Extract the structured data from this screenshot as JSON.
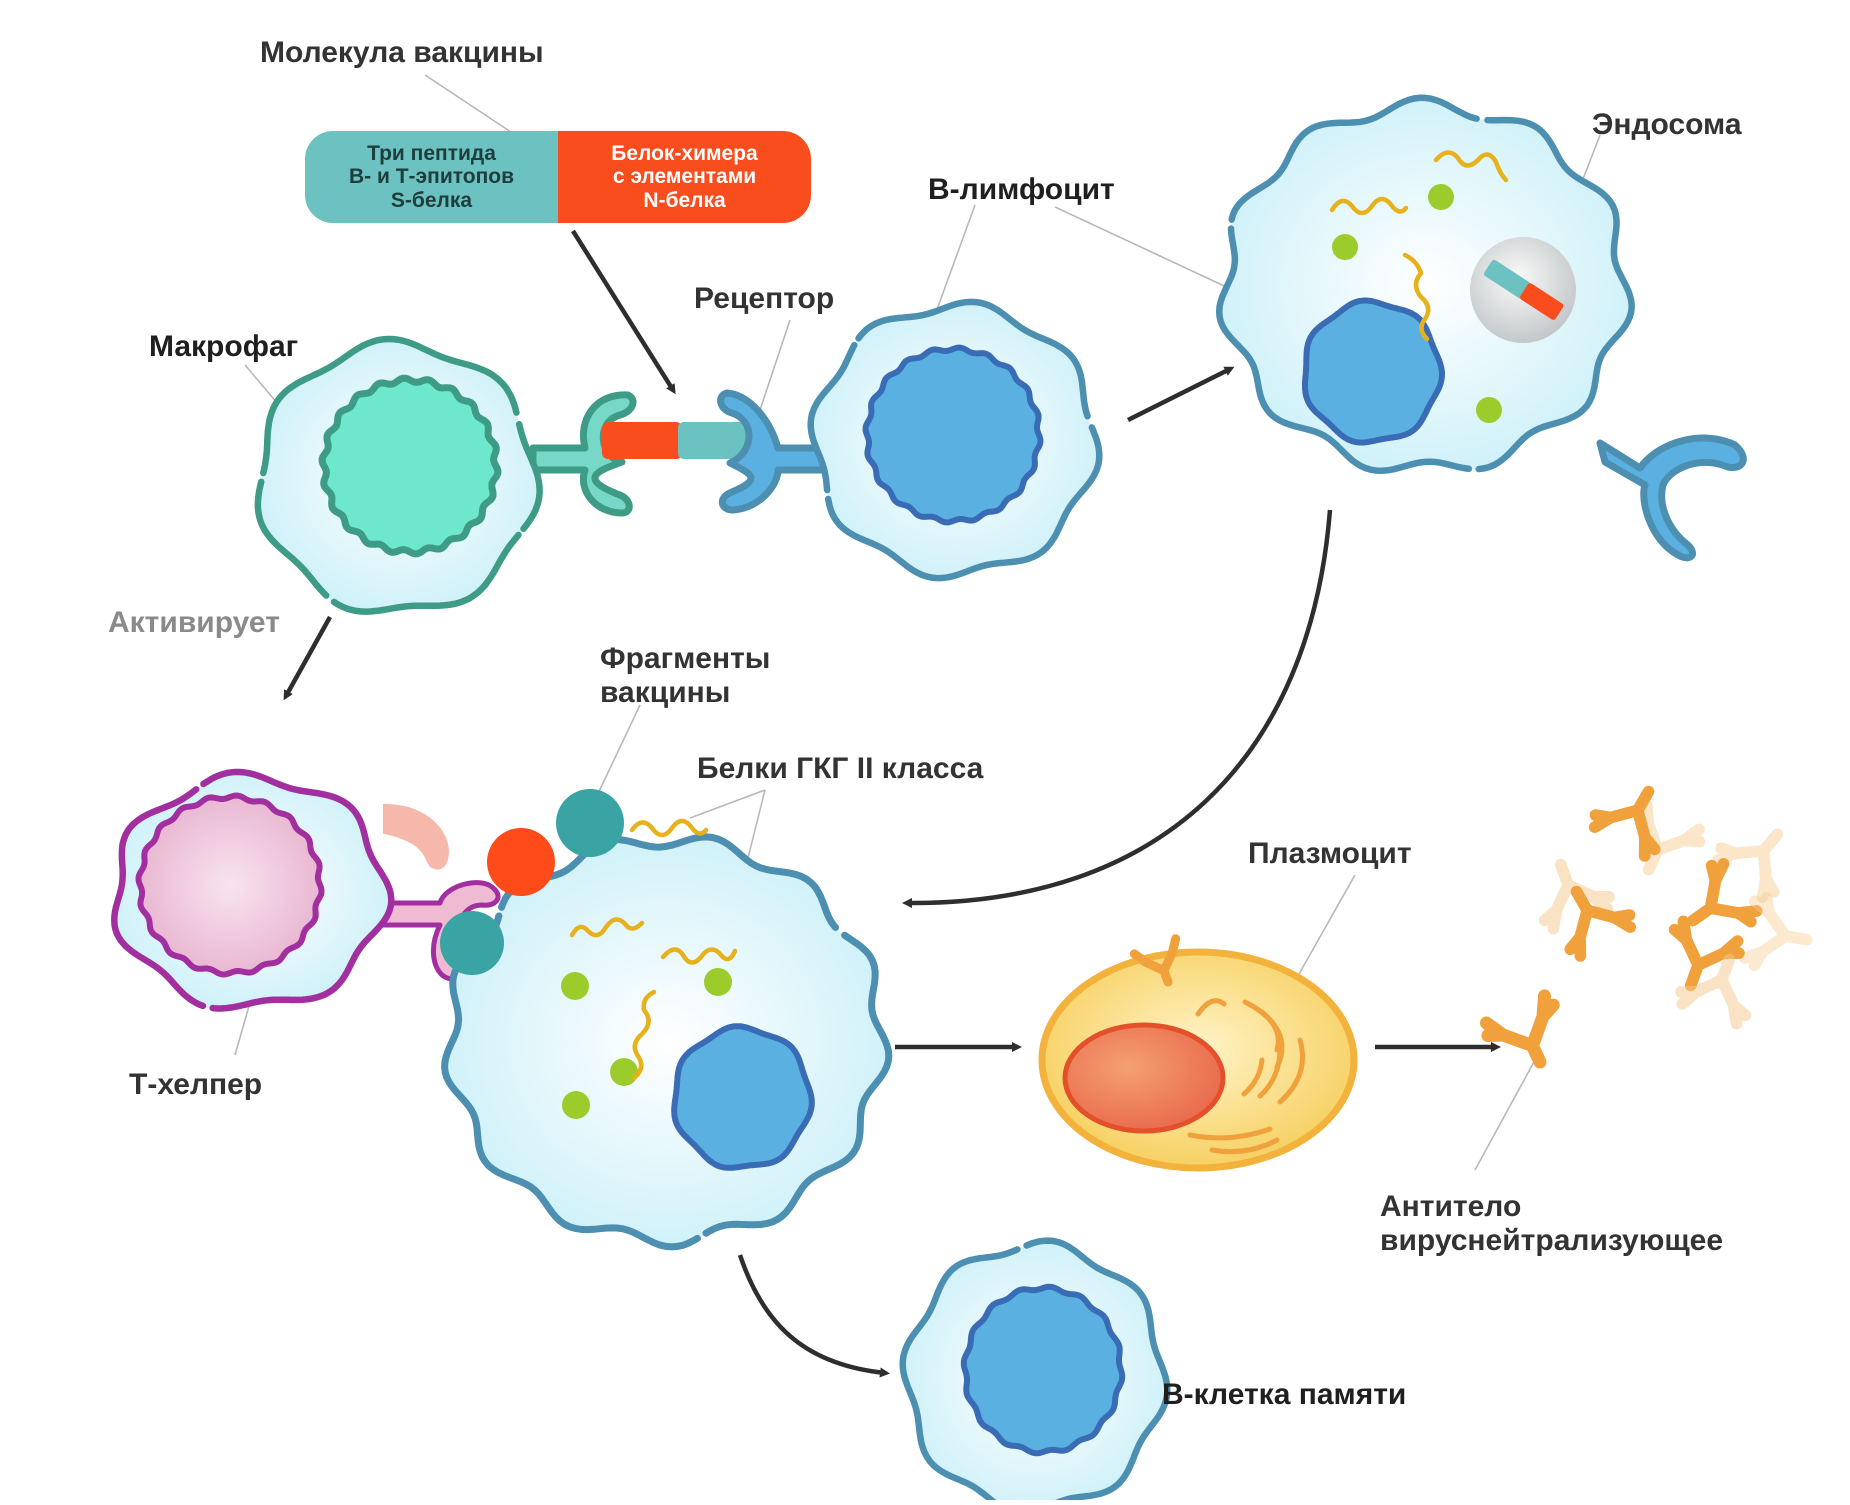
{
  "diagram": {
    "colors": {
      "cell_fill": "#e1f6fb",
      "b_cell_outline": "#4c8fb0",
      "b_cell_nucleus": "#5ab1e1",
      "macrophage_outline": "#3e9b86",
      "macrophage_nucleus": "#6ee8cd",
      "t_helper_outline": "#a22fa0",
      "t_helper_nucleus": "#eec1d8",
      "vaccine_teal": "#6cc2c0",
      "vaccine_orange": "#fa4d1e",
      "fragment_yellow": "#e7b11c",
      "dot_green": "#9bcc2c",
      "plasmocyte_yellow": "#f8d66c",
      "antibody_orange": "#f0a13c",
      "arrow": "#2e2e2e"
    },
    "labels": {
      "vaccine_molecule": "Молекула вакцины",
      "b_lymphocyte": "В-лимфоцит",
      "endosome": "Эндосома",
      "receptor": "Рецептор",
      "macrophage": "Макрофаг",
      "activates": "Активирует",
      "vaccine_fragments": [
        "Фрагменты",
        "вакцины"
      ],
      "mhc_proteins": "Белки ГКГ II класса",
      "plasmocyte": "Плазмоцит",
      "t_helper": "Т-хелпер",
      "antibody": [
        "Антитело",
        "вируснейтрализующее"
      ],
      "memory_b_cell": "В-клетка памяти"
    },
    "vaccine_molecule": {
      "left": [
        "Три пептида",
        "В- и Т-эпитопов",
        "S-белка"
      ],
      "right": [
        "Белок-химера",
        "с элементами",
        "N-белка"
      ]
    }
  }
}
